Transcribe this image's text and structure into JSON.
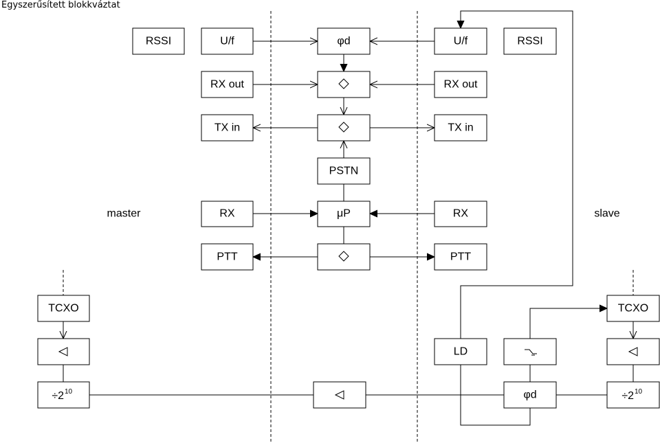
{
  "title": "Egyszerűsített blokkváztat",
  "side_labels": {
    "master": "master",
    "slave": "slave"
  },
  "blocks": {
    "rssi_left": "RSSI",
    "uf_left": "U/f",
    "phi_d_top": "φd",
    "uf_right": "U/f",
    "rssi_right": "RSSI",
    "rx_out_left": "RX out",
    "rx_out_right": "RX out",
    "tx_in_left": "TX in",
    "tx_in_right": "TX in",
    "pstn": "PSTN",
    "rx_left": "RX",
    "mu_p": "μP",
    "rx_right": "RX",
    "ptt_left": "PTT",
    "ptt_right": "PTT",
    "tcxo_left": "TCXO",
    "tcxo_right": "TCXO",
    "ld": "LD",
    "phi_d_bottom": "φd",
    "div_left_base": "÷2",
    "div_left_exp": "10",
    "div_right_base": "÷2",
    "div_right_exp": "10"
  },
  "icons": {
    "switch": "diamond-icon",
    "buffer": "triangle-left-icon",
    "filter": "lowpass-filter-icon"
  }
}
